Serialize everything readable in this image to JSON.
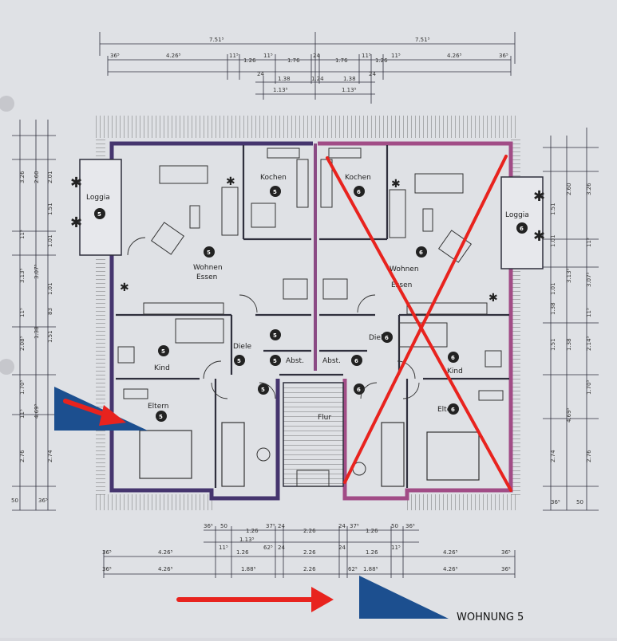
{
  "dimensions": {
    "top_outer_left": "7.51⁵",
    "top_outer_right": "7.51⁵",
    "top_row2": [
      "36⁵",
      "4.26⁵",
      "11⁵",
      "1.26",
      "11⁵",
      "1.76",
      "24",
      "1.76",
      "11⁵",
      "1.26",
      "11⁵",
      "4.26⁵",
      "36⁵"
    ],
    "top_row3": [
      "24",
      "1.38",
      "1.24",
      "1.38",
      "24"
    ],
    "top_row4": [
      "1.13⁵",
      "1.13⁵"
    ],
    "bottom_row1": [
      "36⁵",
      "50",
      "1.26",
      "37⁵",
      "24",
      "2.26",
      "24",
      "37⁵",
      "1.26",
      "50",
      "36⁵"
    ],
    "bottom_row1b": [
      "1.13⁵"
    ],
    "bottom_row2": [
      "36⁵",
      "4.26⁵",
      "11⁵",
      "1.26",
      "62⁵",
      "24",
      "2.26",
      "24",
      "1.26",
      "11⁵",
      "4.26⁵",
      "36⁵"
    ],
    "bottom_row3": [
      "36⁵",
      "4.26⁵",
      "1.88⁵",
      "2.26",
      "62⁵",
      "1.88⁵",
      "4.26⁵",
      "36⁵"
    ],
    "left_col_a": [
      "3.26",
      "2.60",
      "2.01",
      "1.51",
      "1.01",
      "3.07⁵",
      "1.01",
      "83",
      "1.51",
      "1.38",
      "1.70⁵",
      "4.69⁵",
      "2.76",
      "2.74"
    ],
    "left_col_b": [
      "11⁵",
      "3.13⁵",
      "2.08⁵",
      "11⁵",
      "11⁵"
    ],
    "right_col_a": [
      "3.26",
      "2.60",
      "1.51",
      "1.01",
      "3.07⁵",
      "1.01",
      "1.38",
      "1.51",
      "1.38",
      "1.70⁵",
      "4.69⁵",
      "2.76",
      "2.74"
    ],
    "right_col_b": [
      "11⁵",
      "3.13⁵",
      "2.14⁵",
      "11⁵"
    ],
    "bottom_corner_left": [
      "50",
      "36⁵"
    ],
    "bottom_corner_right": [
      "36⁵",
      "50"
    ]
  },
  "rooms_left": [
    {
      "label": "Loggia",
      "num": "5"
    },
    {
      "label": "Kochen",
      "num": "5"
    },
    {
      "label": "Wohnen",
      "label2": "Essen",
      "num": "5"
    },
    {
      "label": "Kind",
      "num": "5"
    },
    {
      "label": "Diele",
      "num": "5"
    },
    {
      "label": "Abst.",
      "num": "5"
    },
    {
      "label": "Eltern",
      "num": "5"
    },
    {
      "label": "",
      "num": "5"
    },
    {
      "label": "",
      "num": "5"
    }
  ],
  "rooms_right": [
    {
      "label": "Loggia",
      "num": "6"
    },
    {
      "label": "Kochen",
      "num": "6"
    },
    {
      "label": "Wohnen",
      "label2": "Essen",
      "num": "6"
    },
    {
      "label": "Kind",
      "num": "6"
    },
    {
      "label": "Diele",
      "num": "6"
    },
    {
      "label": "Abst.",
      "num": "6"
    },
    {
      "label": "Eltern",
      "num": "6"
    },
    {
      "label": "",
      "num": "6"
    }
  ],
  "stair_label": "Flur",
  "caption": "WOHNUNG 5",
  "colors": {
    "paper": "#d9dadf",
    "wall": "#45356e",
    "wall_right": "#a14c86",
    "annotation": "#e8231e",
    "marker": "#1c4f8f",
    "line": "#2f2f3c"
  }
}
